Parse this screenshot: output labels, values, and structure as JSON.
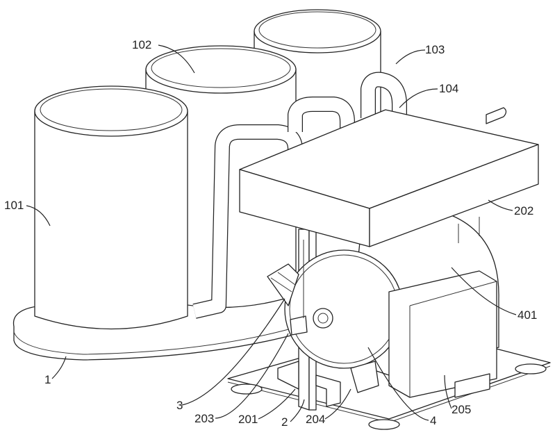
{
  "figure": {
    "labels": {
      "l101": "101",
      "l102": "102",
      "l103": "103",
      "l104": "104",
      "l202": "202",
      "l401": "401",
      "l205": "205",
      "l4": "4",
      "l204": "204",
      "l2": "2",
      "l201": "201",
      "l203": "203",
      "l3": "3",
      "l1": "1"
    }
  }
}
